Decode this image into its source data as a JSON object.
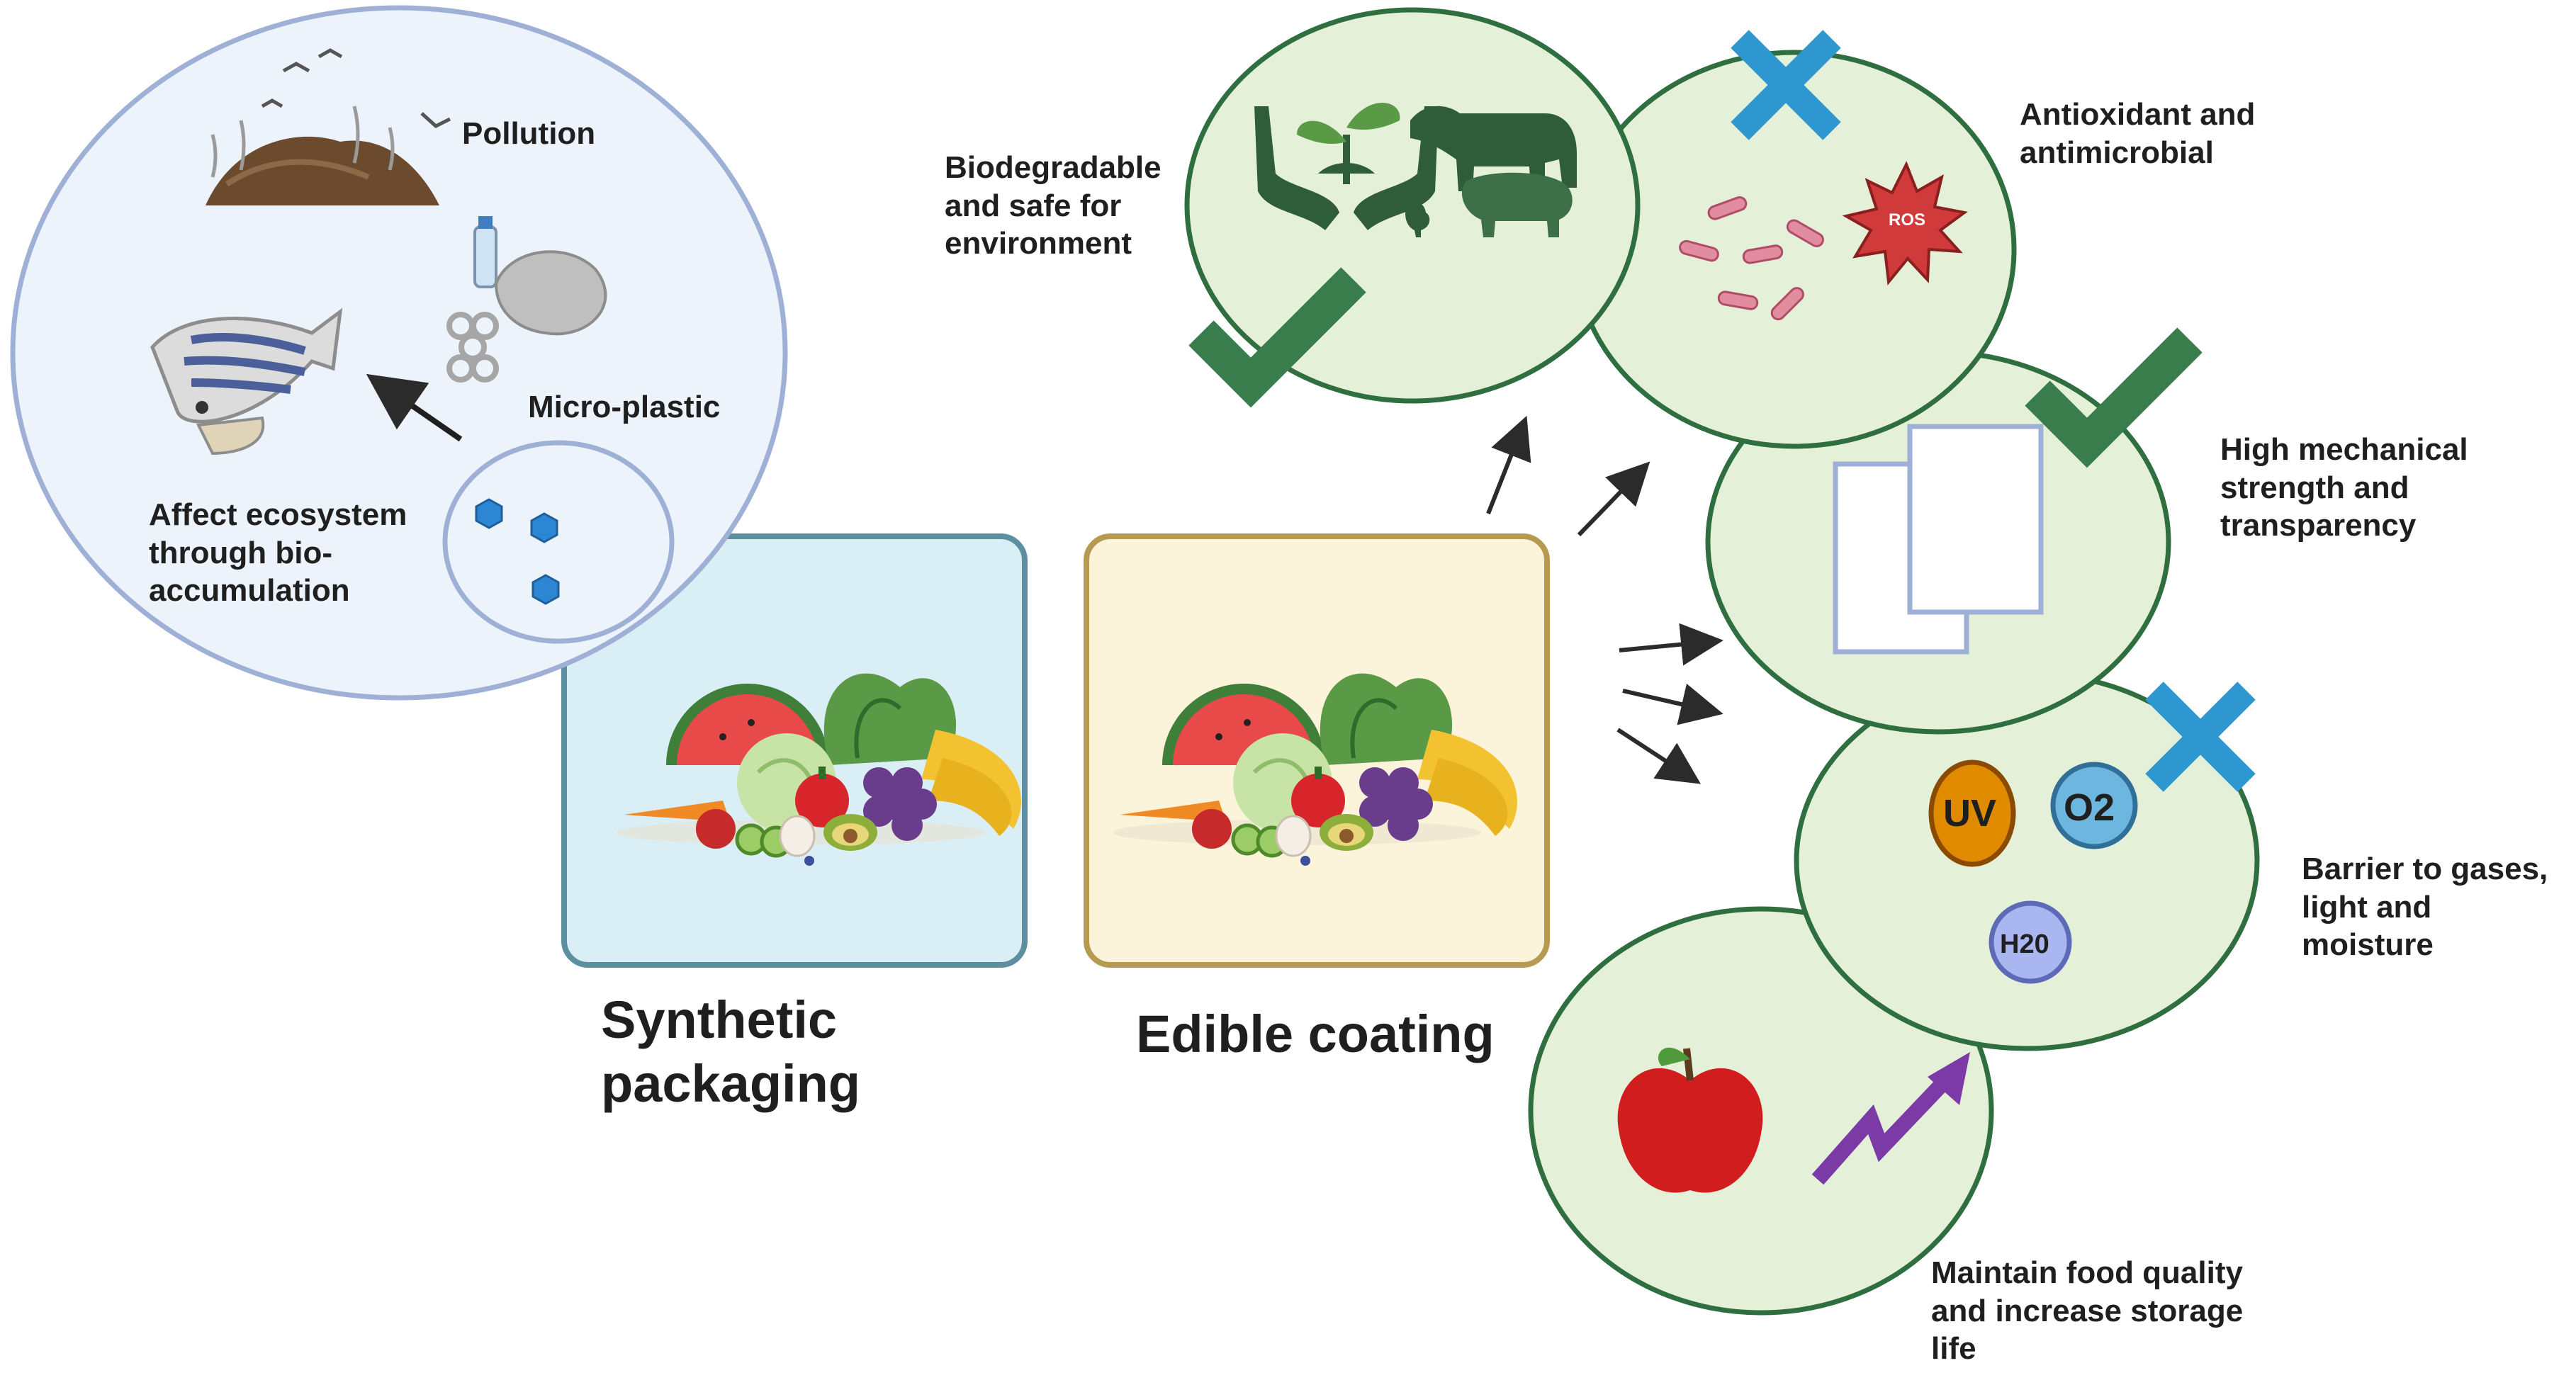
{
  "pollution_panel": {
    "pollution_label": "Pollution",
    "microplastic_label": "Micro-plastic",
    "effect_lines": [
      "Affect ecosystem",
      "through bio-",
      "accumulation"
    ]
  },
  "synthetic": {
    "title_lines": [
      "Synthetic",
      "packaging"
    ]
  },
  "edible": {
    "title": "Edible coating"
  },
  "benefits": {
    "biodegradable": [
      "Biodegradable",
      "and safe for",
      "environment"
    ],
    "antioxidant": [
      "Antioxidant and",
      "antimicrobial"
    ],
    "ros_label": "ROS",
    "mechanical": [
      "High mechanical",
      "strength and",
      "transparency"
    ],
    "barrier": [
      "Barrier to gases,",
      "light and",
      "moisture"
    ],
    "uv_label": "UV",
    "o2_label": "O2",
    "h2o_label": "H20",
    "quality": [
      "Maintain food quality",
      "and increase storage",
      "life"
    ]
  },
  "colors": {
    "circle_fill": "#e4f1d8",
    "circle_stroke": "#2e6e3f",
    "pollution_fill": "#edf3fb",
    "pollution_stroke": "#9fb0d6",
    "synthetic_fill": "#daeef5",
    "synthetic_stroke": "#5c8fa0",
    "edible_fill": "#fbf4da",
    "edible_stroke": "#b79a52",
    "check": "#3a7d4d",
    "cross": "#2e97cf"
  }
}
